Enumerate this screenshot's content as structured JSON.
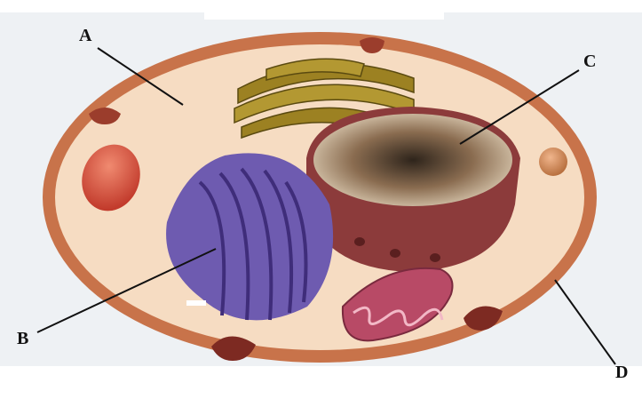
{
  "labels": {
    "a": "A",
    "b": "B",
    "c": "C",
    "d": "D"
  },
  "colors": {
    "background": "#ffffff",
    "photo_backdrop": "#eef1f4",
    "cell_membrane": "#c8734a",
    "cytoplasm": "#f6dcc2",
    "nucleus_envelope": "#8c3b3b",
    "nucleus_interior": "#a8896a",
    "golgi_body": "#6e5bb0",
    "endoplasmic_reticulum": "#9c8122",
    "mitochondrion": "#b84a66",
    "vesicle": "#d94b3a",
    "leader_line": "#111111"
  },
  "organelles": [
    "cell-membrane",
    "cytoplasm",
    "nucleus",
    "golgi-body",
    "endoplasmic-reticulum",
    "mitochondrion",
    "vesicle"
  ]
}
